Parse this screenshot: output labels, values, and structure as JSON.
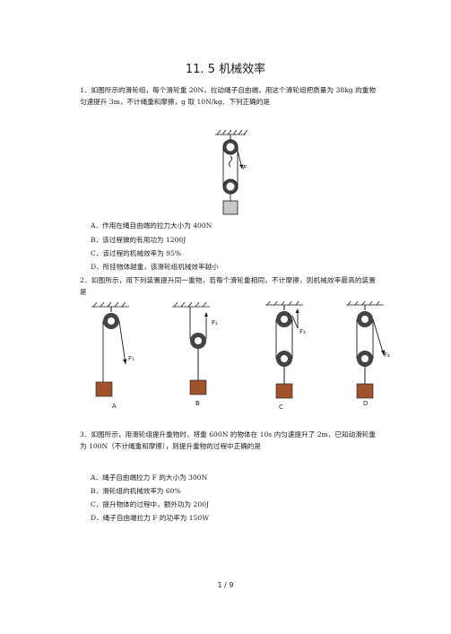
{
  "title": "11. 5 机械效率",
  "q1": {
    "text": "1．如图所示的滑轮组，每个滑轮重 20N，拉动绳子自由端，用这个滑轮组把质量为 38kg 的重物匀速提升 3m，不计绳重和摩擦，g 取 10N/kg．下列正确的是",
    "force_label": "F",
    "options": [
      "A．作用在绳自由端的拉力大小为 400N",
      "B．该过程做的有用功为 1200J",
      "C．该过程的机械效率为 95%",
      "D．所挂物体越重，该滑轮组机械效率越小"
    ]
  },
  "q2": {
    "text": "2．如图所示，用下列装置提升同一重物，若每个滑轮重相同，不计摩擦，则机械效率最高的装置是",
    "force_labels": [
      "F₁",
      "F₂",
      "F₃",
      "F₄"
    ],
    "device_labels": [
      "A",
      "B",
      "C",
      "D"
    ]
  },
  "q3": {
    "text": "3．如图所示，用滑轮组提升重物时，将重 600N 的物体在 10s 内匀速提升了 2m，已知动滑轮重为 100N（不计绳重和摩擦），则提升重物的过程中正确的是",
    "options": [
      "A．绳子自由端拉力 F 的大小为 300N",
      "B．滑轮组的机械效率为 60%",
      "C．提升物体的过程中，额外功为 200J",
      "D．绳子自由端拉力 F 的功率为 150W"
    ]
  },
  "page_number": "1 / 9",
  "colors": {
    "text": "#1a1a1a",
    "box": "#a0522d",
    "weight_gray": "#c8c8c8"
  }
}
